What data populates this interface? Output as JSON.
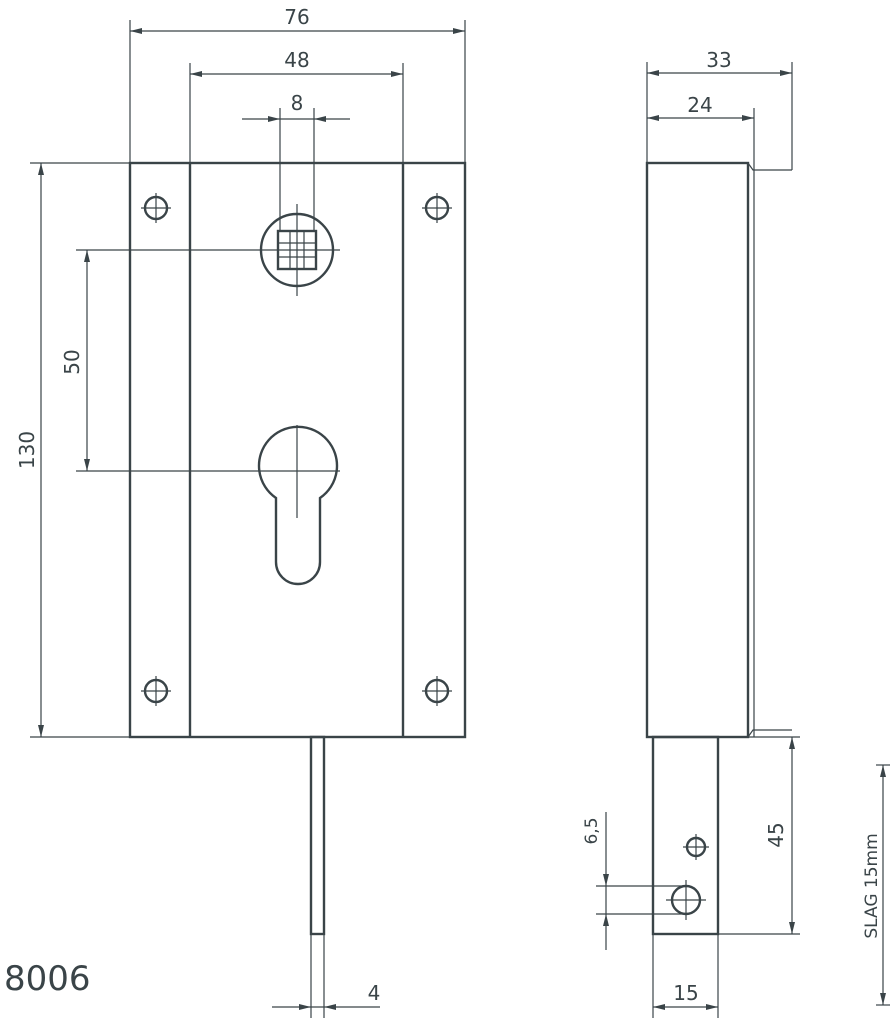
{
  "product_code": "8006",
  "front_view": {
    "dim_total_width": "76",
    "dim_inner_width": "48",
    "dim_slot_width": "8",
    "dim_spindle_distance": "50",
    "dim_height": "130",
    "dim_bolt_width": "4"
  },
  "side_view": {
    "dim_depth_total": "33",
    "dim_depth_case": "24",
    "dim_hole": "6,5",
    "dim_bolt_length": "45",
    "dim_bolt_depth": "15",
    "stroke_label": "SLAG 15mm"
  },
  "colors": {
    "line": "#3a4448",
    "background": "#ffffff"
  }
}
